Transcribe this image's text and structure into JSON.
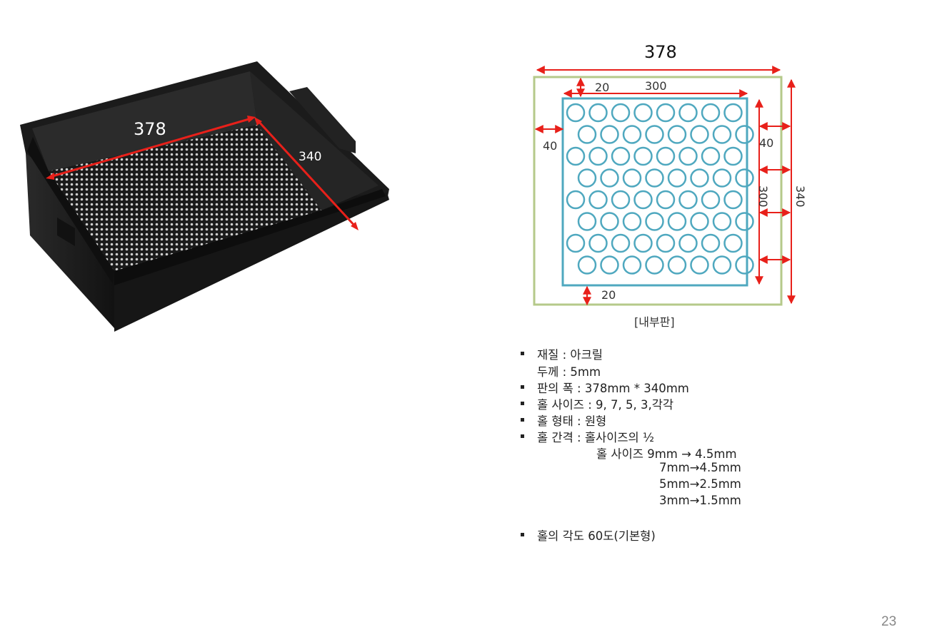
{
  "photo": {
    "dim_width": "378",
    "dim_depth": "340"
  },
  "diagram": {
    "top_width": "378",
    "inner_width": "300",
    "margin_top": "20",
    "margin_left": "40",
    "margin_right": "40",
    "inner_height": "300",
    "outer_height": "340",
    "margin_bottom": "20",
    "caption": "[내부판]",
    "colors": {
      "outer": "#b5c98a",
      "inner": "#4fa8bf",
      "arrow": "#e8201a"
    }
  },
  "specs": {
    "material": "재질 : 아크릴",
    "thickness": "두께 : 5mm",
    "plate_width": "판의 폭 : 378mm * 340mm",
    "hole_size": "홀 사이즈 : 9, 7, 5, 3,각각",
    "hole_shape": "홀 형태 : 원형",
    "hole_gap": "홀 간격 : 홀사이즈의 ½",
    "gap_row1": "홀 사이즈 9mm → 4.5mm",
    "gap_row2": "7mm→4.5mm",
    "gap_row3": "5mm→2.5mm",
    "gap_row4": "3mm→1.5mm",
    "hole_angle": "홀의 각도 60도(기본형)"
  },
  "page_number": "23"
}
